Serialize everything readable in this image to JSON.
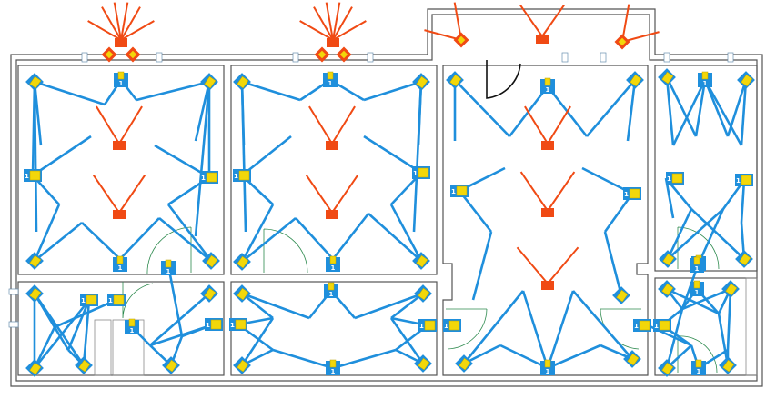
{
  "colors": {
    "blue": "#1f8fdc",
    "orange": "#f04a14",
    "yellow": "#f2d70a",
    "wall": "#555555",
    "door": "#2d8a4e"
  },
  "node_label": "1",
  "rooms": [
    {
      "id": "room-top-left"
    },
    {
      "id": "room-top-middle"
    },
    {
      "id": "room-center-large"
    },
    {
      "id": "room-top-right"
    },
    {
      "id": "room-bottom-left"
    },
    {
      "id": "room-bottom-middle"
    },
    {
      "id": "room-bottom-right"
    },
    {
      "id": "room-corridor"
    }
  ]
}
